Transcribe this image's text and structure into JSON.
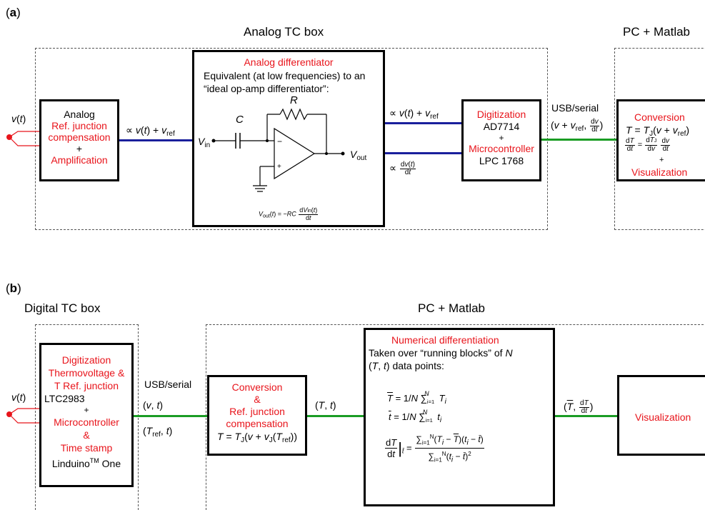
{
  "panel_a": {
    "label": "(a)",
    "analog_box_title": "Analog TC box",
    "pc_title": "PC + Matlab",
    "input_label": "v(t)",
    "block1": {
      "line1": "Analog",
      "line2": "Ref. junction",
      "line3": "compensation",
      "line4": "+",
      "line5": "Amplification"
    },
    "wire1_label": "∝ v(t) + v",
    "wire1_sub": "ref",
    "diff": {
      "title": "Analog differentiator",
      "desc1": "Equivalent (at low frequencies) to an",
      "desc2": "“ideal op-amp differentiator”:",
      "R": "R",
      "C": "C",
      "vin": "V",
      "vin_sub": "in",
      "vout": "V",
      "vout_sub": "out",
      "formula": "V_out(t) = −RC dV_in(t)/dt",
      "minus": "−",
      "plus": "+"
    },
    "wire2_label": "∝ v(t) + v",
    "wire2_sub": "ref",
    "wire3_label": "∝",
    "wire3_frac_n": "dv(t)",
    "wire3_frac_d": "dt",
    "digit": {
      "title": "Digitization",
      "adc": "AD7714",
      "plus": "+",
      "mc": "Microcontroller",
      "lpc": "LPC 1768"
    },
    "usb_label": "USB/serial",
    "usb_sub": "(v + v",
    "usb_ref": "ref",
    "usb_frac_n": "dv",
    "usb_frac_d": "dt",
    "conv": {
      "title": "Conversion",
      "eq1": "T = T",
      "eq1_sub": "J",
      "eq1_rest": "(v + v",
      "eq1_ref": "ref",
      "eq2": "dT/dt = dT_J/dv · dv/dt",
      "plus": "+",
      "vis": "Visualization"
    }
  },
  "panel_b": {
    "label": "(b)",
    "digital_box_title": "Digital TC box",
    "pc_title": "PC + Matlab",
    "input_label": "v(t)",
    "digit_block": {
      "l1": "Digitization",
      "l2": "Thermovoltage &",
      "l3": "T Ref. junction",
      "l4": "LTC2983",
      "l5": "+",
      "l6": "Microcontroller",
      "l7": "&",
      "l8": "Time stamp",
      "l9": "Linduino",
      "l9_sup": "TM",
      "l9_rest": " One"
    },
    "usb_label": "USB/serial",
    "vt_label": "(v, t)",
    "tref_label": "(T",
    "tref_sub": "ref",
    "tref_rest": ", t)",
    "conv": {
      "l1": "Conversion",
      "l2": "&",
      "l3": "Ref. junction",
      "l4": "compensation",
      "eq": "T = T_J(v + v_J(T_ref))"
    },
    "wire_tt": "(T, t)",
    "numdiff": {
      "title": "Numerical differentiation",
      "desc1": "Taken over “running blocks” of N",
      "desc2": "(T, t) data points:",
      "eq1": "T̄ = 1/N Σ_{i=1}^N T_i",
      "eq2": "t̄ = 1/N Σ_{i=1}^N t_i",
      "eq3": "dT/dt|_t̄ = Σ(T_i − T̄)(t_i − t̄) / Σ(t_i − t̄)²"
    },
    "wire_out": "(T̄, dT/dt)",
    "vis": "Visualization"
  },
  "colors": {
    "red": "#e8141b",
    "blue": "#1a1f9c",
    "green": "#1a9c24"
  }
}
